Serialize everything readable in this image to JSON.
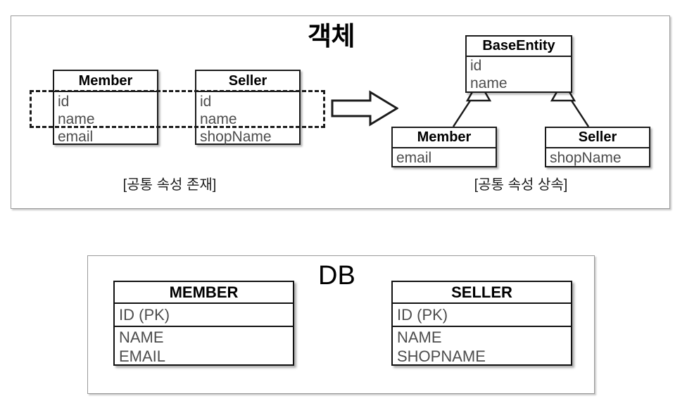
{
  "sections": {
    "object": {
      "title": "객체",
      "caption_left": "[공통 속성 존재]",
      "caption_right": "[공통 속성 상속]",
      "before": {
        "member": {
          "name": "Member",
          "attributes": [
            "id",
            "name",
            "email"
          ]
        },
        "seller": {
          "name": "Seller",
          "attributes": [
            "id",
            "name",
            "shopName"
          ]
        },
        "common_attributes": [
          "id",
          "name"
        ]
      },
      "after": {
        "base": {
          "name": "BaseEntity",
          "attributes": [
            "id",
            "name"
          ]
        },
        "member": {
          "name": "Member",
          "attributes": [
            "email"
          ]
        },
        "seller": {
          "name": "Seller",
          "attributes": [
            "shopName"
          ]
        },
        "relation": "generalization"
      }
    },
    "db": {
      "title": "DB",
      "tables": [
        {
          "name": "MEMBER",
          "primary_key": "ID (PK)",
          "columns": [
            "NAME",
            "EMAIL"
          ]
        },
        {
          "name": "SELLER",
          "primary_key": "ID (PK)",
          "columns": [
            "NAME",
            "SHOPNAME"
          ]
        }
      ]
    }
  },
  "icons": {
    "transform_arrow": "right-block-arrow-icon",
    "inheritance": "hollow-triangle-arrowhead-icon"
  },
  "colors": {
    "panel_border": "#9a9a9a",
    "box_border": "#1b1b1b",
    "title_text": "#000000",
    "attribute_text": "#4d4d4d",
    "background": "#ffffff"
  }
}
